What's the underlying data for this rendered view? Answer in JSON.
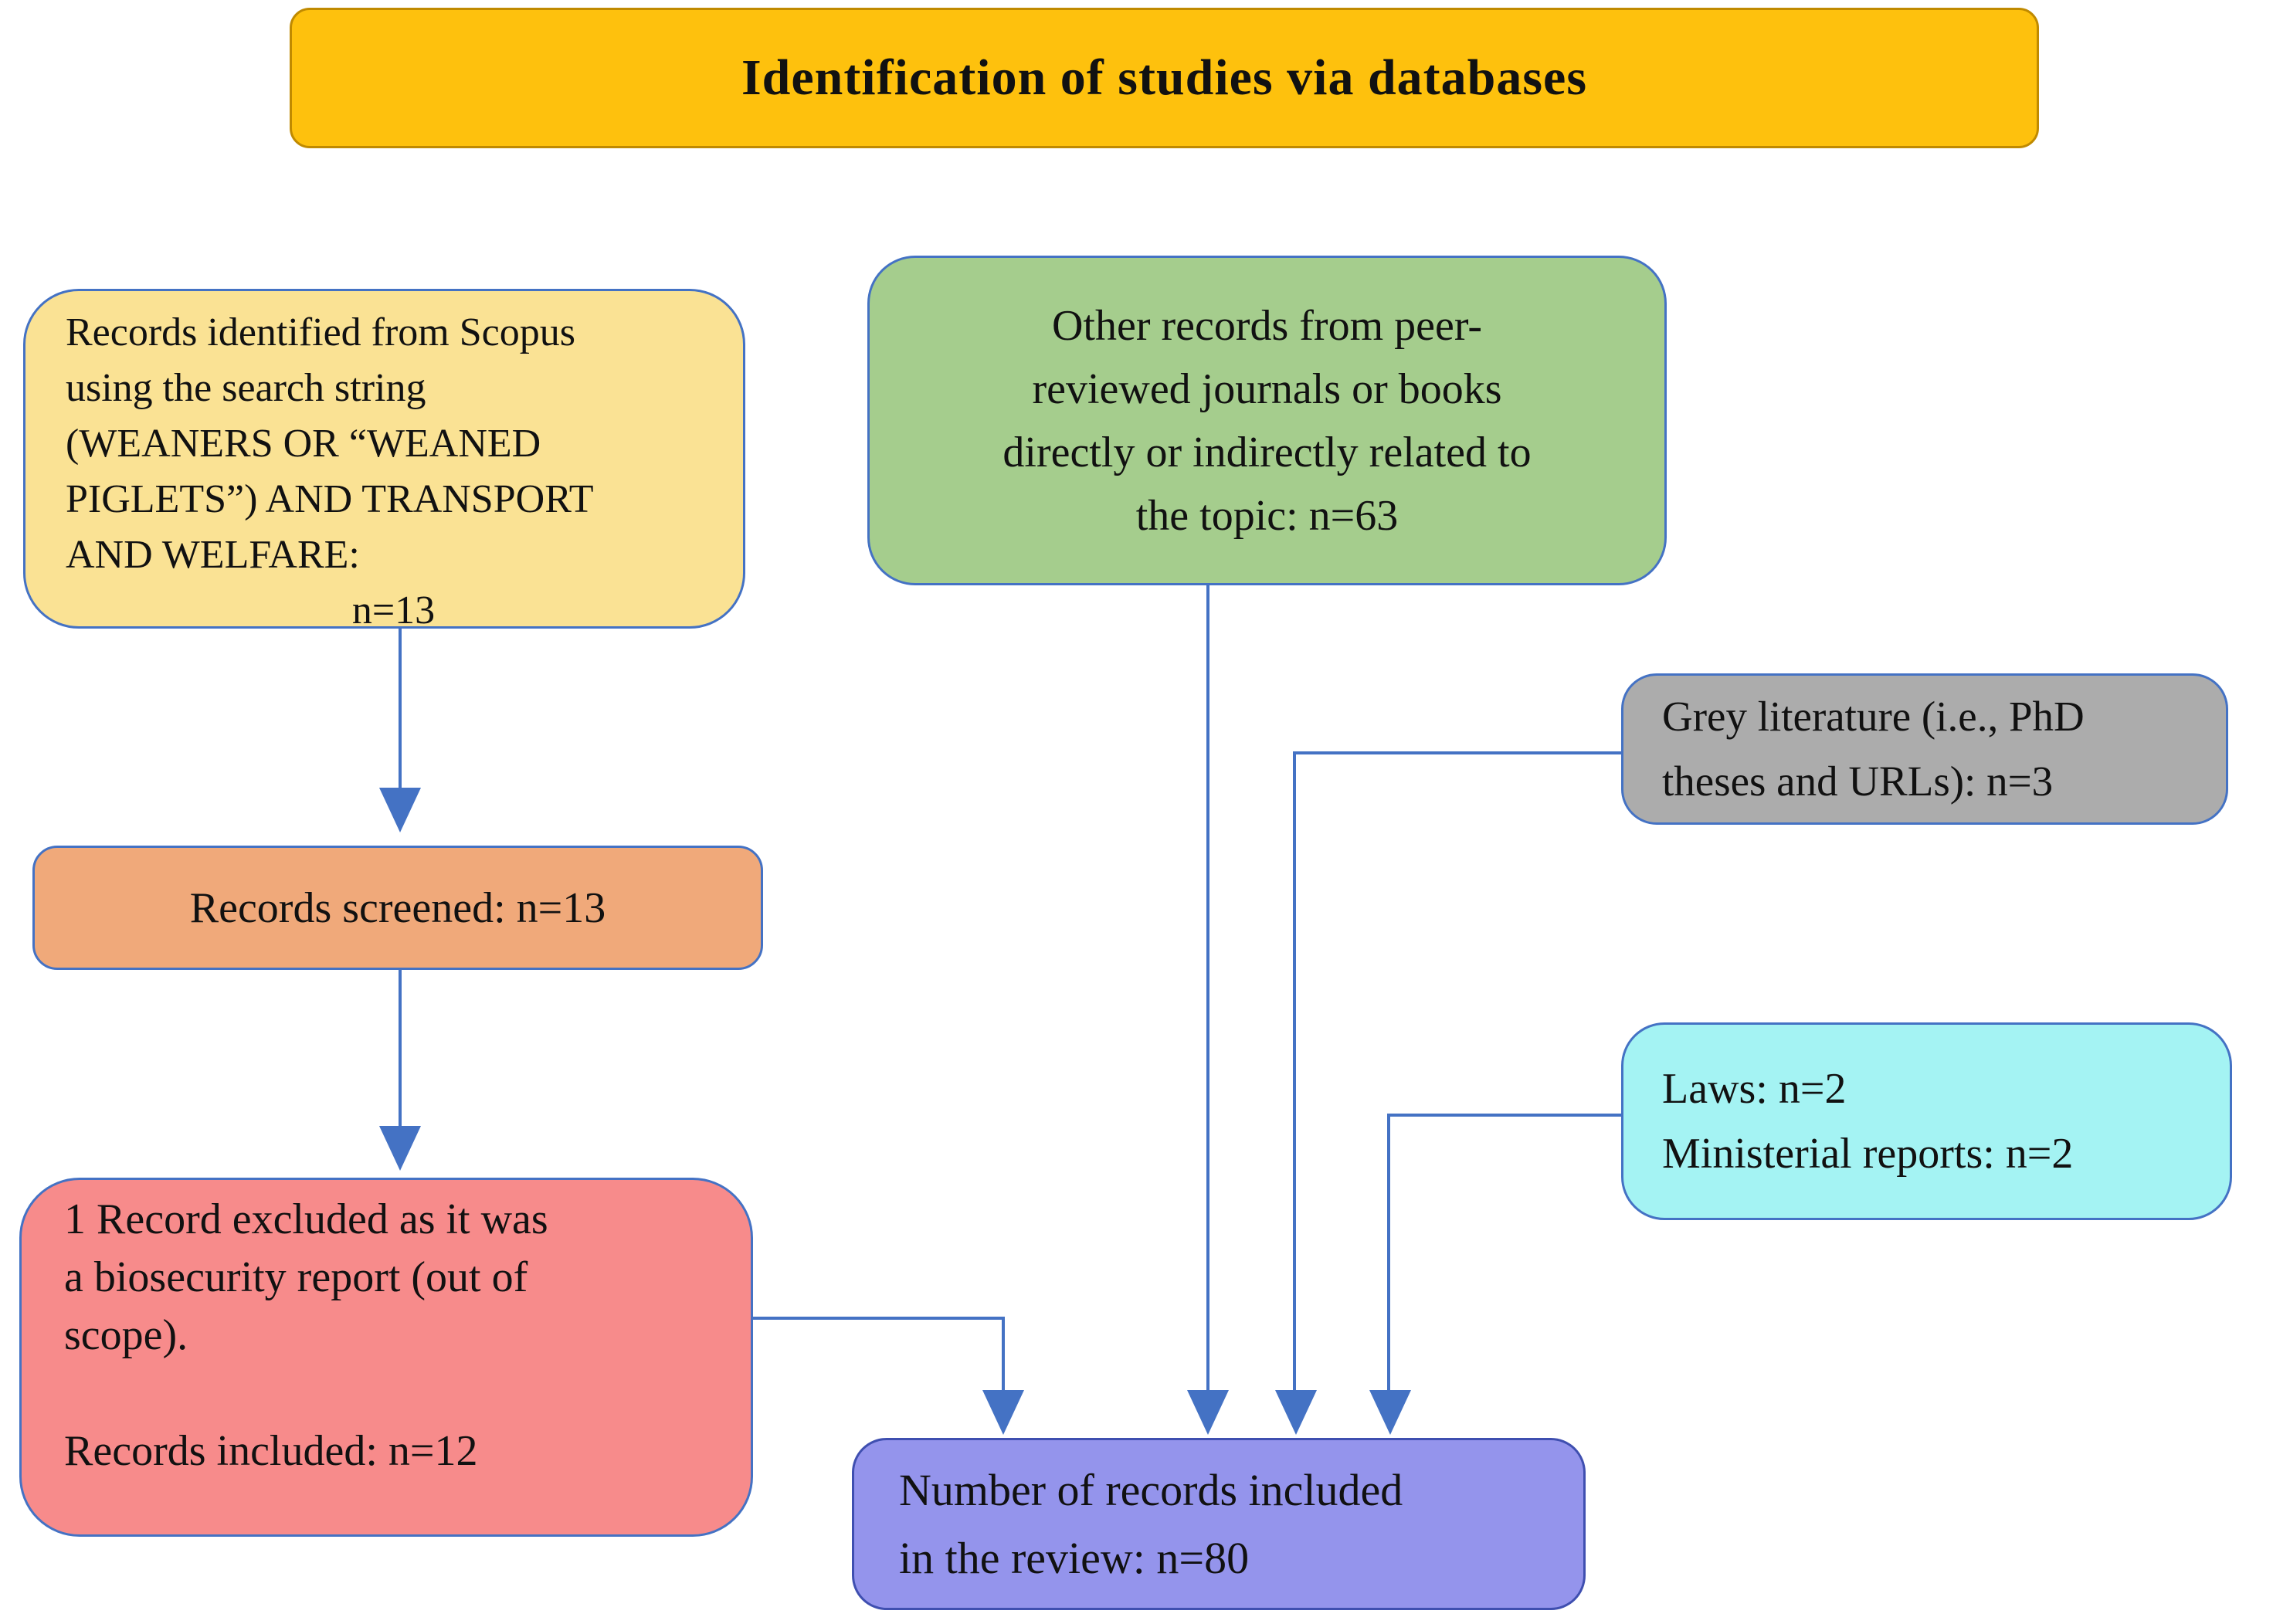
{
  "title": {
    "label": "Identification of studies via databases",
    "bg": "#FEC10D"
  },
  "boxes": {
    "scopus": {
      "text": "Records identified from Scopus\nusing the search string\n(WEANERS OR “WEANED\nPIGLETS”) AND TRANSPORT\nAND WELFARE:",
      "count": "n=13",
      "bg": "#FAE294"
    },
    "other_records": {
      "text": "Other records from peer-\nreviewed journals or books\ndirectly or indirectly related to\nthe topic: n=63",
      "bg": "#A5CD8D"
    },
    "grey_literature": {
      "text": "Grey literature (i.e., PhD\ntheses and URLs): n=3",
      "bg": "#ACACAC"
    },
    "records_screened": {
      "text": "Records screened: n=13",
      "bg": "#F0A97A"
    },
    "laws_reports": {
      "text": "Laws: n=2\nMinisterial reports: n=2",
      "bg": "#A4F3F3"
    },
    "records_excluded": {
      "text": "1 Record excluded as it was\na biosecurity report (out of\nscope).\n\nRecords included: n=12",
      "bg": "#F78B8B"
    },
    "records_included_review": {
      "text": "Number of records included\nin the review: n=80",
      "bg": "#9494EC"
    }
  },
  "colors": {
    "connector": "#4472C4",
    "box_border": "#4472C4",
    "text": "#111111"
  }
}
